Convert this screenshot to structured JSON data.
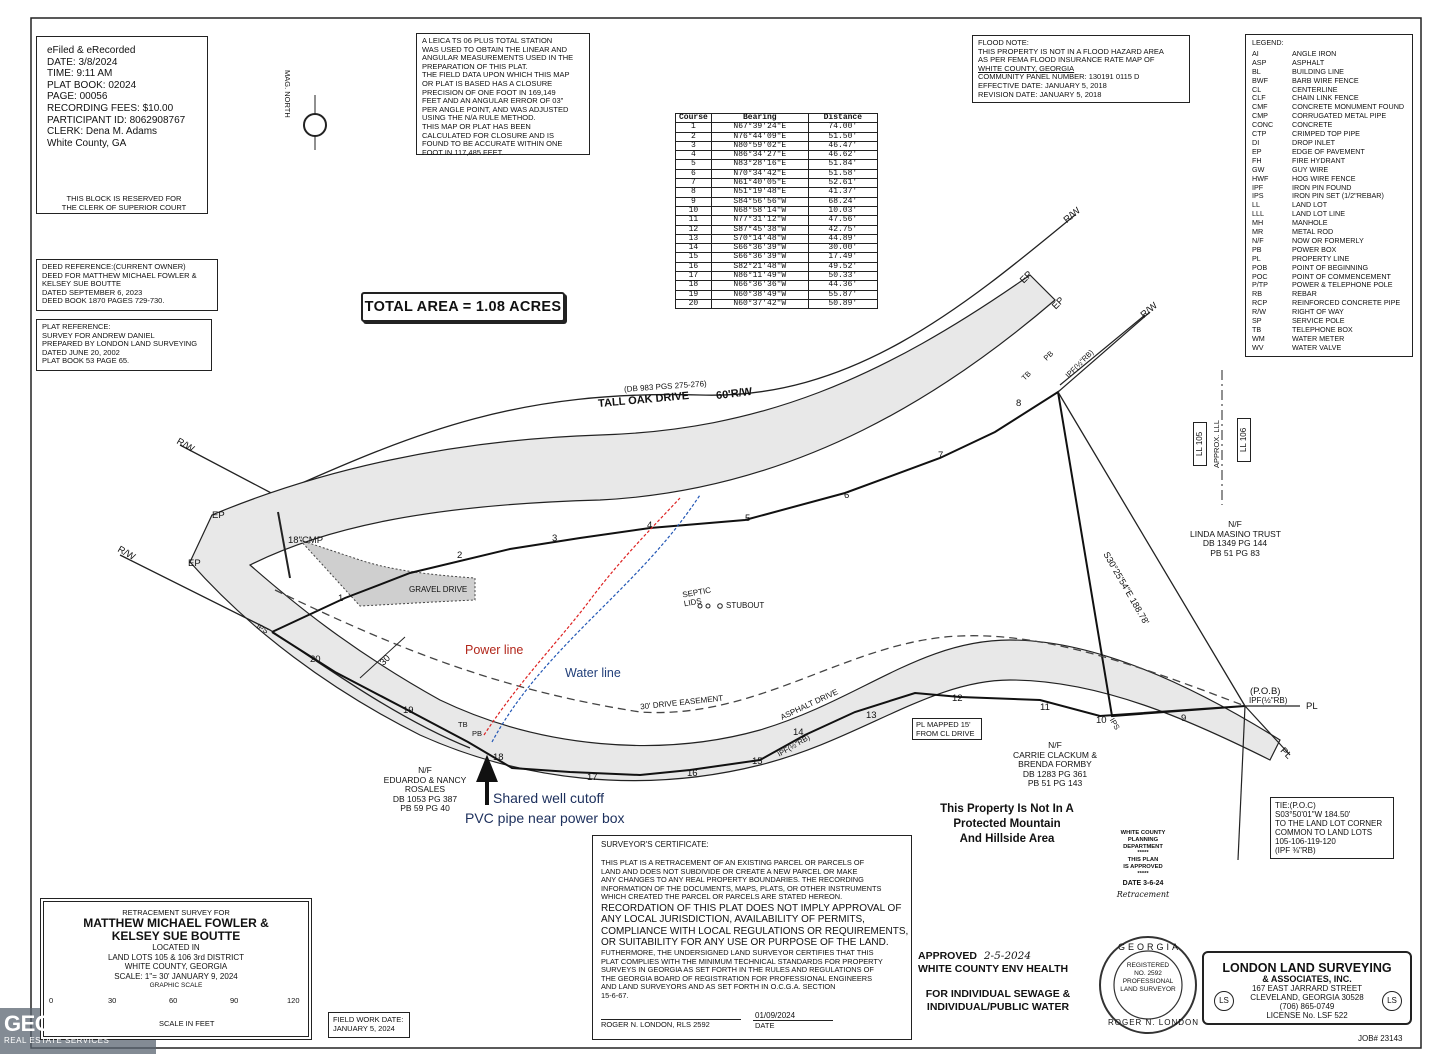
{
  "recording": {
    "lines": [
      "eFiled & eRecorded",
      "DATE: 3/8/2024",
      "TIME: 9:11 AM",
      "PLAT BOOK: 02024",
      "PAGE: 00056",
      "RECORDING FEES: $10.00",
      "PARTICIPANT ID: 8062908767",
      "CLERK: Dena M. Adams",
      "White County, GA"
    ],
    "reserved": [
      "THIS BLOCK IS RESERVED FOR",
      "THE CLERK OF SUPERIOR COURT"
    ]
  },
  "north_arrow": "MAG. NORTH",
  "survey_note": [
    "A LEICA TS 06 PLUS TOTAL STATION",
    "WAS USED TO OBTAIN THE LINEAR AND",
    "ANGULAR MEASUREMENTS USED IN THE",
    "PREPARATION OF THIS PLAT.",
    "THE FIELD DATA UPON WHICH THIS MAP",
    "OR PLAT IS BASED HAS A CLOSURE",
    "PRECISION OF ONE FOOT IN 169,149",
    "FEET AND AN ANGULAR ERROR OF 03\"",
    "PER ANGLE POINT, AND WAS ADJUSTED",
    "USING THE N/A RULE METHOD.",
    "THIS MAP OR PLAT HAS BEEN",
    "CALCULATED FOR CLOSURE AND IS",
    "FOUND TO BE ACCURATE WITHIN ONE",
    "FOOT IN 117,485 FEET."
  ],
  "course_table": {
    "headers": [
      "Course",
      "Bearing",
      "Distance"
    ],
    "rows": [
      [
        "1",
        "N67°39'24\"E",
        "74.00'"
      ],
      [
        "2",
        "N76°44'09\"E",
        "51.50'"
      ],
      [
        "3",
        "N80°59'02\"E",
        "46.47'"
      ],
      [
        "4",
        "N86°34'27\"E",
        "46.62'"
      ],
      [
        "5",
        "N83°28'16\"E",
        "51.84'"
      ],
      [
        "6",
        "N70°34'42\"E",
        "51.58'"
      ],
      [
        "7",
        "N61°40'05\"E",
        "52.61'"
      ],
      [
        "8",
        "N51°19'48\"E",
        "41.37'"
      ],
      [
        "9",
        "S84°56'56\"W",
        "68.24'"
      ],
      [
        "10",
        "N68°58'14\"W",
        "10.03'"
      ],
      [
        "11",
        "N77°31'12\"W",
        "47.56'"
      ],
      [
        "12",
        "S87°45'38\"W",
        "42.75'"
      ],
      [
        "13",
        "S70°14'48\"W",
        "44.89'"
      ],
      [
        "14",
        "S66°36'39\"W",
        "30.00'"
      ],
      [
        "15",
        "S66°36'39\"W",
        "17.49'"
      ],
      [
        "16",
        "S82°21'48\"W",
        "49.52'"
      ],
      [
        "17",
        "N86°11'49\"W",
        "50.33'"
      ],
      [
        "18",
        "N66°36'36\"W",
        "44.36'"
      ],
      [
        "19",
        "N60°38'49\"W",
        "55.87'"
      ],
      [
        "20",
        "N60°37'42\"W",
        "50.89'"
      ]
    ]
  },
  "flood_note": [
    "FLOOD NOTE:",
    "THIS PROPERTY IS NOT IN A FLOOD HAZARD AREA",
    "AS PER FEMA FLOOD INSURANCE RATE MAP OF",
    "WHITE COUNTY, GEORGIA",
    "COMMUNITY PANEL NUMBER: 130191 0115 D",
    "EFFECTIVE DATE: JANUARY 5, 2018",
    "REVISION DATE: JANUARY 5, 2018"
  ],
  "legend": {
    "title": "LEGEND:",
    "items": [
      [
        "AI",
        "ANGLE IRON"
      ],
      [
        "ASP",
        "ASPHALT"
      ],
      [
        "BL",
        "BUILDING LINE"
      ],
      [
        "BWF",
        "BARB WIRE FENCE"
      ],
      [
        "CL",
        "CENTERLINE"
      ],
      [
        "CLF",
        "CHAIN LINK FENCE"
      ],
      [
        "CMF",
        "CONCRETE MONUMENT FOUND"
      ],
      [
        "CMP",
        "CORRUGATED METAL PIPE"
      ],
      [
        "CONC",
        "CONCRETE"
      ],
      [
        "CTP",
        "CRIMPED TOP PIPE"
      ],
      [
        "DI",
        "DROP INLET"
      ],
      [
        "EP",
        "EDGE OF PAVEMENT"
      ],
      [
        "FH",
        "FIRE HYDRANT"
      ],
      [
        "GW",
        "GUY WIRE"
      ],
      [
        "HWF",
        "HOG WIRE FENCE"
      ],
      [
        "IPF",
        "IRON PIN FOUND"
      ],
      [
        "IPS",
        "IRON PIN SET (1/2\"REBAR)"
      ],
      [
        "LL",
        "LAND LOT"
      ],
      [
        "LLL",
        "LAND LOT LINE"
      ],
      [
        "MH",
        "MANHOLE"
      ],
      [
        "MR",
        "METAL ROD"
      ],
      [
        "N/F",
        "NOW OR FORMERLY"
      ],
      [
        "PB",
        "POWER BOX"
      ],
      [
        "PL",
        "PROPERTY LINE"
      ],
      [
        "POB",
        "POINT OF BEGINNING"
      ],
      [
        "POC",
        "POINT OF COMMENCEMENT"
      ],
      [
        "P/TP",
        "POWER & TELEPHONE POLE"
      ],
      [
        "RB",
        "REBAR"
      ],
      [
        "RCP",
        "REINFORCED CONCRETE PIPE"
      ],
      [
        "R/W",
        "RIGHT OF WAY"
      ],
      [
        "SP",
        "SERVICE POLE"
      ],
      [
        "TB",
        "TELEPHONE BOX"
      ],
      [
        "WM",
        "WATER METER"
      ],
      [
        "WV",
        "WATER VALVE"
      ]
    ]
  },
  "deed_reference": [
    "DEED REFERENCE:(CURRENT OWNER)",
    "DEED FOR MATTHEW MICHAEL FOWLER &",
    "KELSEY SUE BOUTTE",
    "DATED SEPTEMBER 6, 2023",
    "DEED BOOK 1870 PAGES 729-730."
  ],
  "plat_reference": [
    "PLAT REFERENCE:",
    "SURVEY FOR ANDREW DANIEL",
    "PREPARED BY LONDON LAND SURVEYING",
    "DATED JUNE 20, 2002",
    "PLAT BOOK 53 PAGE 65."
  ],
  "total_area": "TOTAL AREA = 1.08 ACRES",
  "map_labels": {
    "road": "TALL OAK DRIVE",
    "road_width": "60'R/W",
    "road_deed": "(DB 983 PGS 275-276)",
    "rw": "R/W",
    "ep": "EP",
    "cmp": "18\"CMP",
    "gravel": "GRAVEL DRIVE",
    "septic": [
      "SEPTIC",
      "LIDS"
    ],
    "stubout": "STUBOUT",
    "power_line": "Power line",
    "water_line": "Water line",
    "easement": "30' DRIVE EASEMENT",
    "asphalt": "ASPHALT DRIVE",
    "pl_mapped": [
      "PL MAPPED 15'",
      "FROM CL DRIVE"
    ],
    "ips": "IPS",
    "tb": "TB",
    "pb": "PB",
    "ipf_rb": "IPF(½\"RB)",
    "pob": "(P.O.B)",
    "pob_ipf": "IPF(½\"RB)",
    "pl": "PL",
    "bearing_long": "S30°25'54\"E 188.78'",
    "ll105": "LL 105",
    "ll106": "LL 106",
    "approx_ll": "APPROX. LLL",
    "dim_30": "30",
    "segments": [
      "1",
      "2",
      "3",
      "4",
      "5",
      "6",
      "7",
      "8",
      "9",
      "10",
      "11",
      "12",
      "13",
      "14",
      "15",
      "16",
      "17",
      "18",
      "19",
      "20"
    ]
  },
  "owners": {
    "masino": [
      "N/F",
      "LINDA MASINO TRUST",
      "DB 1349 PG 144",
      "PB 51 PG 83"
    ],
    "clackum": [
      "N/F",
      "CARRIE CLACKUM &",
      "BRENDA FORMBY",
      "DB 1283 PG 361",
      "PB 51 PG 143"
    ],
    "rosales": [
      "N/F",
      "EDUARDO & NANCY",
      "ROSALES",
      "DB 1053 PG 387",
      "PB 59 PG 40"
    ]
  },
  "annotations": {
    "shared_well": "Shared well cutoff",
    "pvc_pipe": "PVC pipe near power box"
  },
  "tie_note": [
    "TIE:(P.O.C)",
    "S03°50'01\"W 184.50'",
    "TO THE LAND LOT CORNER",
    "COMMON TO LAND LOTS",
    "105-106-119-120",
    "(IPF ⅜\"RB)"
  ],
  "protected_note": [
    "This Property Is Not In A",
    "Protected Mountain",
    "And Hillside Area"
  ],
  "planning_stamp": [
    "WHITE COUNTY",
    "PLANNING",
    "DEPARTMENT",
    "*****",
    "THIS PLAN",
    "IS APPROVED",
    "*****",
    "DATE 3-6-24",
    "Retracement"
  ],
  "surveyor_cert": {
    "title": "SURVEYOR'S CERTIFICATE:",
    "para1": [
      "THIS PLAT IS A RETRACEMENT OF AN EXISTING PARCEL OR PARCELS OF",
      "LAND AND DOES NOT SUBDIVIDE OR CREATE A NEW PARCEL OR MAKE",
      "ANY CHANGES TO ANY REAL PROPERTY BOUNDARIES. THE RECORDING",
      "INFORMATION OF THE DOCUMENTS, MAPS, PLATS, OR OTHER INSTRUMENTS",
      "WHICH CREATED THE PARCEL OR PARCELS ARE STATED HEREON."
    ],
    "para2": [
      "RECORDATION OF THIS PLAT DOES NOT IMPLY APPROVAL OF",
      "ANY LOCAL JURISDICTION, AVAILABILITY OF PERMITS,",
      "COMPLIANCE WITH LOCAL REGULATIONS OR REQUIREMENTS,",
      "OR SUITABILITY FOR ANY USE OR PURPOSE OF THE LAND."
    ],
    "para3": [
      "FUTHERMORE, THE UNDERSIGNED LAND SURVEYOR CERTIFIES THAT THIS",
      "PLAT COMPLIES WITH THE MINIMUM TECHNICAL STANDARDS FOR PROPERTY",
      "SURVEYS IN GEORGIA AS SET FORTH IN THE RULES AND REGULATIONS OF",
      "THE GEORGIA BOARD OF REGISTRATION FOR PROFESSIONAL ENGINEERS",
      "AND LAND SURVEYORS AND AS SET FORTH IN O.C.G.A. SECTION",
      "15-6-67."
    ],
    "signer": "ROGER N. LONDON, RLS 2592",
    "date": "01/09/2024",
    "date_label": "DATE"
  },
  "approval": [
    "APPROVED",
    "2-5-2024",
    "WHITE COUNTY ENV HEALTH",
    "FOR INDIVIDUAL SEWAGE &",
    "INDIVIDUAL/PUBLIC WATER"
  ],
  "seal": {
    "top": "GEORGIA",
    "inner": [
      "REGISTERED",
      "NO. 2592",
      "PROFESSIONAL",
      "LAND SURVEYOR"
    ],
    "bottom": "ROGER N. LONDON"
  },
  "company": [
    "LONDON LAND SURVEYING",
    "& ASSOCIATES, INC.",
    "167 EAST JARRARD STREET",
    "CLEVELAND, GEORGIA 30528",
    "(706) 865-0749",
    "LICENSE No. LSF 522"
  ],
  "company_badge": "LS",
  "job": "JOB# 23143",
  "title_block": {
    "header": "RETRACEMENT SURVEY FOR",
    "names": [
      "MATTHEW MICHAEL FOWLER &",
      "KELSEY SUE BOUTTE"
    ],
    "details": [
      "LOCATED IN",
      "LAND LOTS 105 & 106 3rd DISTRICT",
      "WHITE COUNTY, GEORGIA",
      "SCALE: 1\"= 30'  JANUARY 9, 2024"
    ],
    "graphic_scale": "GRAPHIC SCALE",
    "scale_ticks": [
      "0",
      "30",
      "60",
      "90",
      "120"
    ],
    "scale_unit": "SCALE IN FEET"
  },
  "field_work": [
    "FIELD WORK DATE:",
    "JANUARY 5, 2024"
  ],
  "watermark": {
    "main": "GEORGIAMLS",
    "sub": "REAL ESTATE SERVICES"
  }
}
